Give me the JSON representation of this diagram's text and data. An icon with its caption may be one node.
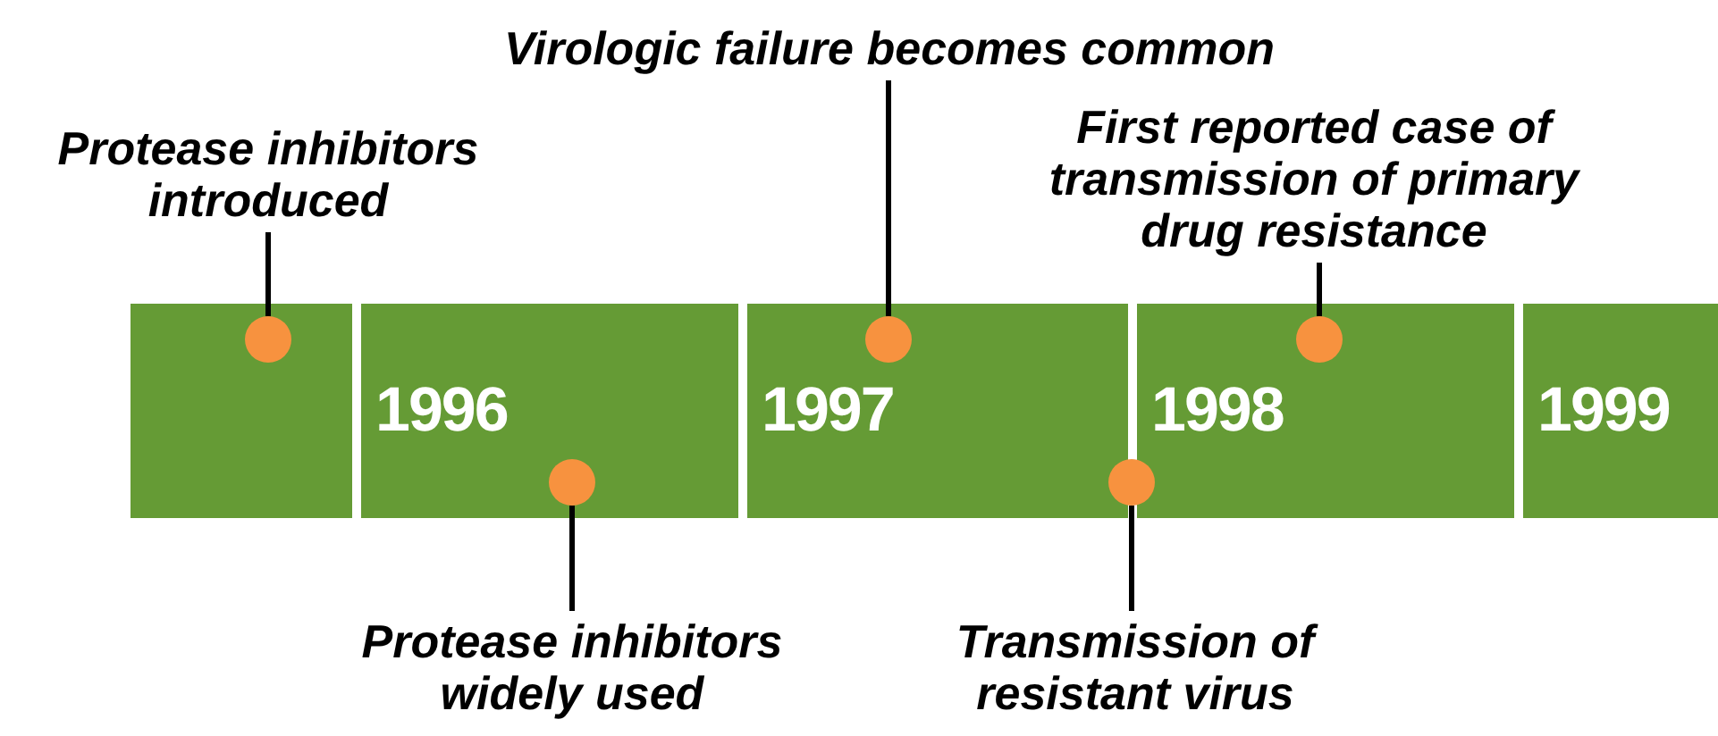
{
  "diagram": {
    "nodes": [
      {
        "text": [
          "Protease inhibitors introduced"
        ]
      },
      {
        "text": [
          "Virologic failure becomes common"
        ]
      },
      {
        "text": [
          "First reported case of transmission of primary drug resistance"
        ]
      },
      {
        "text": [],
        "shape": "bar"
      },
      {
        "text": [
          "1996"
        ]
      },
      {
        "text": [
          "1997"
        ]
      },
      {
        "text": [
          "1998"
        ]
      },
      {
        "text": [
          "1999"
        ]
      },
      {
        "text": [],
        "shape": "circle",
        "in": 3
      },
      {
        "text": [],
        "shape": "circle",
        "in": 4
      },
      {
        "text": [],
        "shape": "circle",
        "in": 5
      },
      {
        "text": [],
        "shape": "circle"
      },
      {
        "text": [],
        "shape": "circle",
        "in": 6
      },
      {
        "text": [
          "Protease inhibitors widely used"
        ]
      },
      {
        "text": [
          "Transmission of resistant virus"
        ]
      }
    ],
    "edges": [
      {
        "from": 0,
        "to": 8,
        "arrow": "none"
      },
      {
        "from": 1,
        "to": 10,
        "arrow": "none"
      },
      {
        "from": 2,
        "to": 12,
        "arrow": "none"
      },
      {
        "from": 13,
        "to": 9,
        "arrow": "none"
      },
      {
        "from": 14,
        "to": 11,
        "arrow": "none"
      }
    ]
  }
}
